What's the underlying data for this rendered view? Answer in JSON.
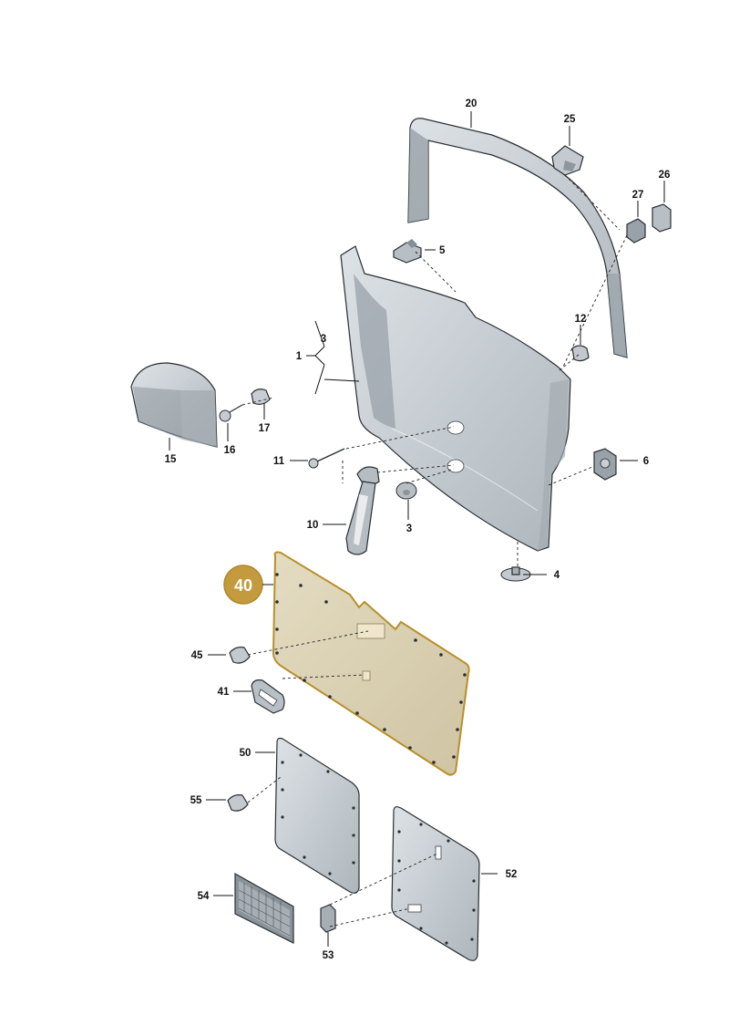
{
  "colors": {
    "part_fill": "#c7ced3",
    "part_shadow": "#8f989f",
    "highlight_fill": "#d9d0b4",
    "highlight_stroke": "#b8902a",
    "callout_fill": "#c39a3d",
    "callout_text": "#ffffff",
    "line": "#111111"
  },
  "callout": {
    "label": "40"
  },
  "labels": {
    "p1": "1",
    "p3a": "3",
    "p3b": "3",
    "p4": "4",
    "p5": "5",
    "p6": "6",
    "p10": "10",
    "p11": "11",
    "p12": "12",
    "p15": "15",
    "p16": "16",
    "p17": "17",
    "p20": "20",
    "p25": "25",
    "p26": "26",
    "p27": "27",
    "p41": "41",
    "p45": "45",
    "p50": "50",
    "p52": "52",
    "p53": "53",
    "p54": "54",
    "p55": "55"
  }
}
